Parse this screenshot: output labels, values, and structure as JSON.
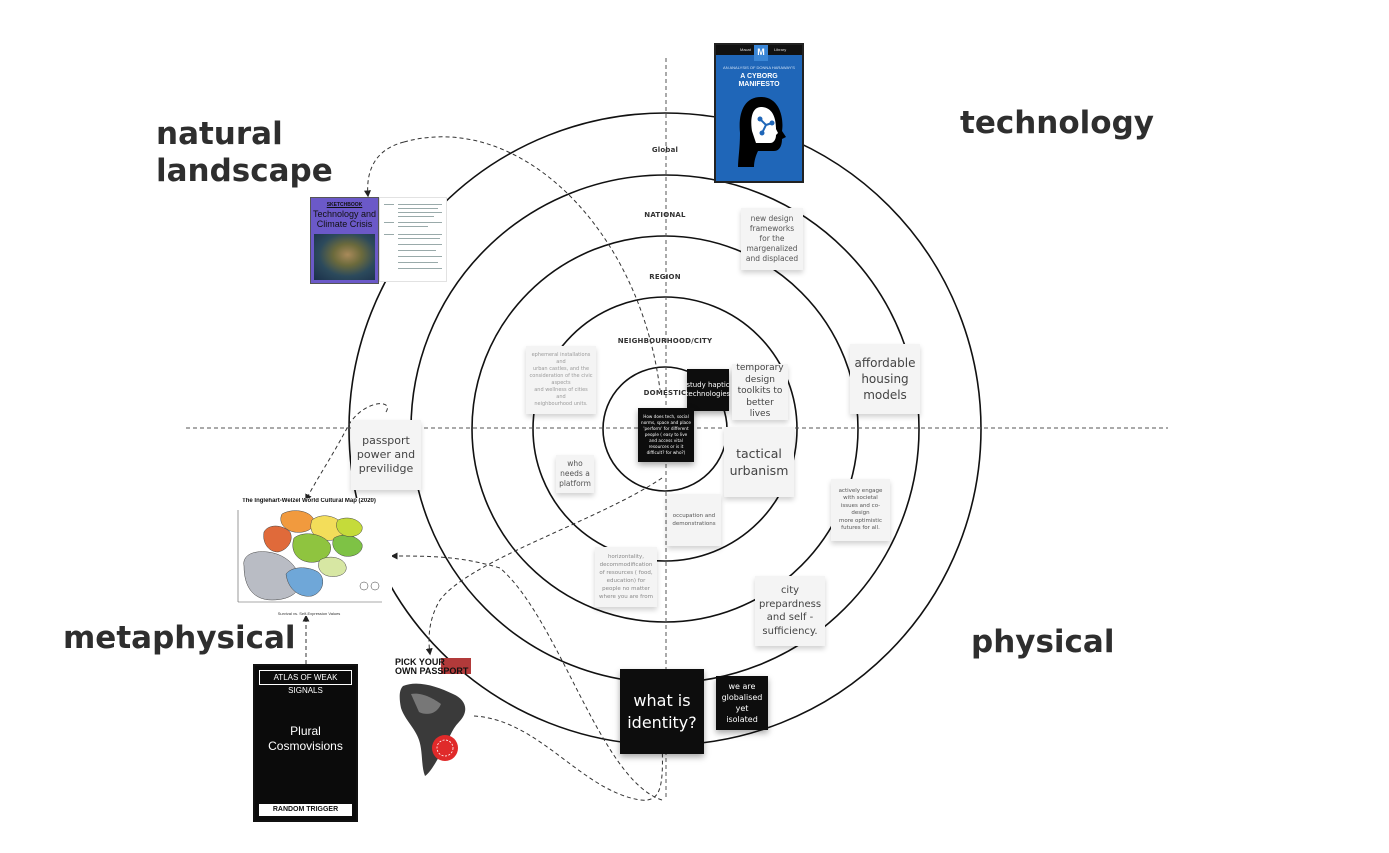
{
  "quadrants": {
    "top_left": "natural\nlandscape",
    "top_right": "technology",
    "bottom_left": "metaphysical",
    "bottom_right": "physical"
  },
  "ring_labels": [
    "Global",
    "NATIONAL",
    "REGION",
    "NEIGHBOURHOOD/CITY",
    "DOMESTIC"
  ],
  "notes": {
    "new_design": "new design\nframeworks\nfor the\nmargenalized\nand displaced",
    "affordable_housing": "affordable\nhousing\nmodels",
    "ephemeral": "ephemeral installations\nand\nurban castles, and the\nconsideration of the civic\naspects\nand wellness of cities and\nneighbourhood units.",
    "study_haptic": "study haptic\ntechnologies",
    "temporary_design": "temporary\ndesign\ntoolkits to\nbetter lives",
    "how_does_tech": "How does tech, social\nnorms, space and place\n'perform' for different\npeople ( easy to live\nand access vital\nresources or is it\ndifficult? for who?)",
    "passport_power": "passport\npower and\nprevilidge",
    "tactical_urbanism": "tactical\nurbanism",
    "who_needs": "who\nneeds a\nplatform",
    "actively_engage": "actively engage\nwith societal\nissues and co-\ndesign\nmore optimistic\nfutures for all.",
    "occupation": "occupation and\ndemonstrations",
    "horizontality": "horizontality,\ndecommodification\nof resources ( food,\neducation) for\npeople no matter\nwhere you are from",
    "city_preparedness": "city\nprepardness\nand self -\nsufficiency.",
    "what_is_identity": "what is\nidentity?",
    "globalised": "we are\nglobalised\nyet isolated"
  },
  "books": {
    "cyborg": {
      "series_left": "Macat",
      "series_right": "Library",
      "badge": "M",
      "subtitle": "AN ANALYSIS OF DONNA HARAWAY'S",
      "title": "A CYBORG\nMANIFESTO"
    },
    "climate": {
      "kicker": "SKETCHBOOK",
      "title": "Technology and\nClimate Crisis"
    },
    "cultural_map": {
      "title": "The Inglehart-Welzel World Cultural Map (2020)",
      "xlabel": "Survival vs. Self-Expression Values"
    },
    "atlas": {
      "header": "ATLAS OF WEAK SIGNALS",
      "title": "Plural\nCosmovisions",
      "footer": "RANDOM TRIGGER"
    },
    "passport": {
      "title": "PICK YOUR\nOWN PASSPORT"
    }
  },
  "colors": {
    "ink": "#111111",
    "note_light": "#f4f4f4",
    "note_dark": "#0d0d0d",
    "cyborg_blue": "#1f66b8",
    "climate_purple": "#6b59c8",
    "passport_red": "#e02a2a"
  }
}
